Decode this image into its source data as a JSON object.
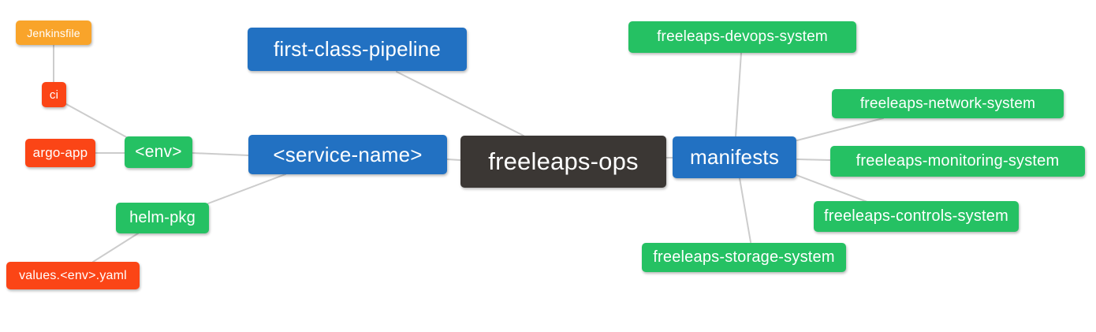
{
  "diagram": {
    "type": "mind-map",
    "root": "freeleaps-ops",
    "palette": {
      "orange": "#f9a42a",
      "red": "#fb4516",
      "green": "#25c163",
      "blue": "#2271c2",
      "dark": "#3b3734",
      "edge": "#cccccc",
      "text": "#ffffff",
      "background": "#ffffff"
    },
    "nodes": {
      "jenkinsfile": {
        "label": "Jenkinsfile",
        "color": "orange"
      },
      "ci": {
        "label": "ci",
        "color": "red"
      },
      "argo_app": {
        "label": "argo-app",
        "color": "red"
      },
      "env": {
        "label": "<env>",
        "color": "green"
      },
      "helm_pkg": {
        "label": "helm-pkg",
        "color": "green"
      },
      "values_yaml": {
        "label": "values.<env>.yaml",
        "color": "red"
      },
      "fcp": {
        "label": "first-class-pipeline",
        "color": "blue"
      },
      "service": {
        "label": "<service-name>",
        "color": "blue"
      },
      "ops": {
        "label": "freeleaps-ops",
        "color": "dark"
      },
      "manifests": {
        "label": "manifests",
        "color": "blue"
      },
      "devops": {
        "label": "freeleaps-devops-system",
        "color": "green"
      },
      "network": {
        "label": "freeleaps-network-system",
        "color": "green"
      },
      "monitoring": {
        "label": "freeleaps-monitoring-system",
        "color": "green"
      },
      "controls": {
        "label": "freeleaps-controls-system",
        "color": "green"
      },
      "storage": {
        "label": "freeleaps-storage-system",
        "color": "green"
      }
    },
    "edges": [
      {
        "from": "jenkinsfile",
        "to": "ci"
      },
      {
        "from": "ci",
        "to": "env"
      },
      {
        "from": "argo_app",
        "to": "env"
      },
      {
        "from": "env",
        "to": "service"
      },
      {
        "from": "service",
        "to": "helm_pkg"
      },
      {
        "from": "helm_pkg",
        "to": "values_yaml"
      },
      {
        "from": "fcp",
        "to": "ops"
      },
      {
        "from": "service",
        "to": "ops"
      },
      {
        "from": "ops",
        "to": "manifests"
      },
      {
        "from": "manifests",
        "to": "devops"
      },
      {
        "from": "manifests",
        "to": "network"
      },
      {
        "from": "manifests",
        "to": "monitoring"
      },
      {
        "from": "manifests",
        "to": "controls"
      },
      {
        "from": "manifests",
        "to": "storage"
      }
    ]
  }
}
